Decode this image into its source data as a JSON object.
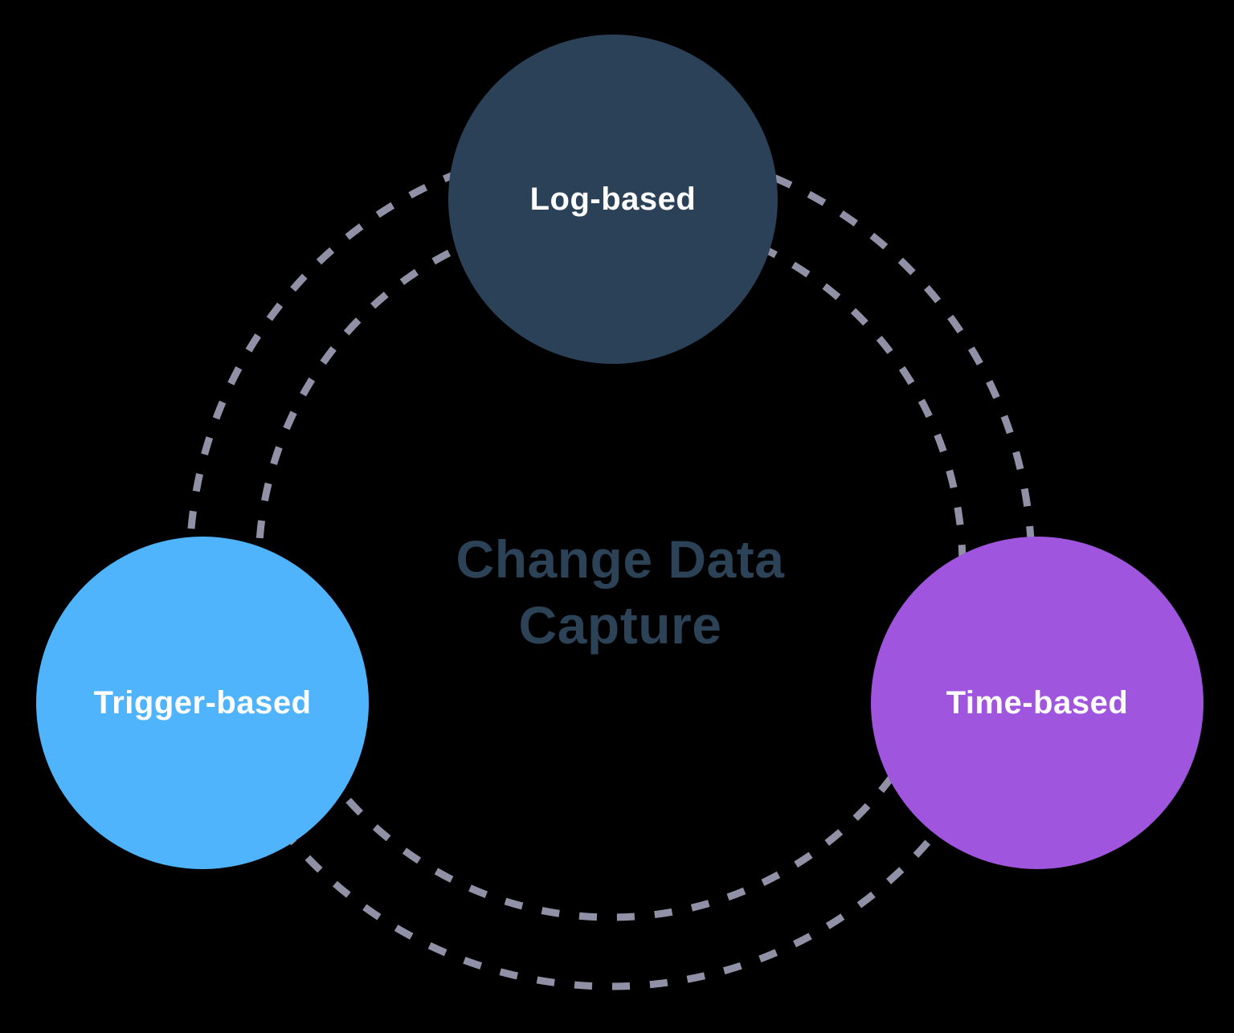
{
  "diagram": {
    "background_color": "#000000",
    "title": {
      "lines": [
        "Change Data",
        "Capture"
      ],
      "color": "#2C4257"
    },
    "nodes": [
      {
        "id": "log-based",
        "label": "Log-based",
        "color": "#2B4157",
        "text_color": "#FFFFFF",
        "position": "top"
      },
      {
        "id": "trigger-based",
        "label": "Trigger-based",
        "color": "#4FB4FC",
        "text_color": "#FFFFFF",
        "position": "left"
      },
      {
        "id": "time-based",
        "label": "Time-based",
        "color": "#A055DE",
        "text_color": "#FFFFFF",
        "position": "right"
      }
    ],
    "rings": {
      "color": "#9091A6",
      "style": "dashed",
      "count": 2
    }
  }
}
